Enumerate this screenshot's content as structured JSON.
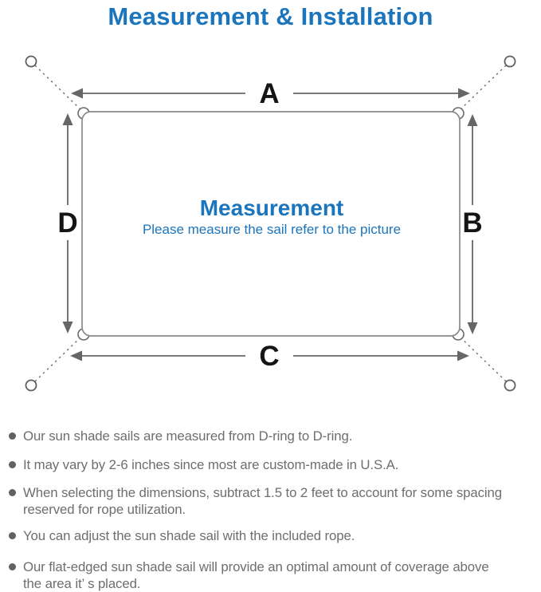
{
  "title": "Measurement & Installation",
  "diagram": {
    "labels": {
      "top": "A",
      "right": "B",
      "bottom": "C",
      "left": "D"
    },
    "center_title": "Measurement",
    "center_subtitle": "Please measure the sail refer to the picture"
  },
  "colors": {
    "accent_blue": "#1b75bc",
    "note_text_gray": "#6e6e6e",
    "outline_gray": "#8a8a8a",
    "arrow_gray": "#666666",
    "dimension_label_black": "#151515"
  },
  "notes": {
    "items": [
      {
        "lines": [
          "Our sun shade sails are measured from D-ring to D-ring."
        ]
      },
      {
        "lines": [
          "It may vary by 2-6 inches since most are custom-made in U.S.A."
        ]
      },
      {
        "lines": [
          "When selecting the dimensions, subtract 1.5 to 2 feet to account for some spacing",
          "reserved for rope utilization."
        ]
      },
      {
        "lines": [
          "You can adjust the sun shade sail with the included rope."
        ]
      },
      {
        "lines": [
          "Our flat-edged sun shade sail will provide an optimal amount of coverage above",
          "the area it’ s placed."
        ]
      }
    ]
  }
}
